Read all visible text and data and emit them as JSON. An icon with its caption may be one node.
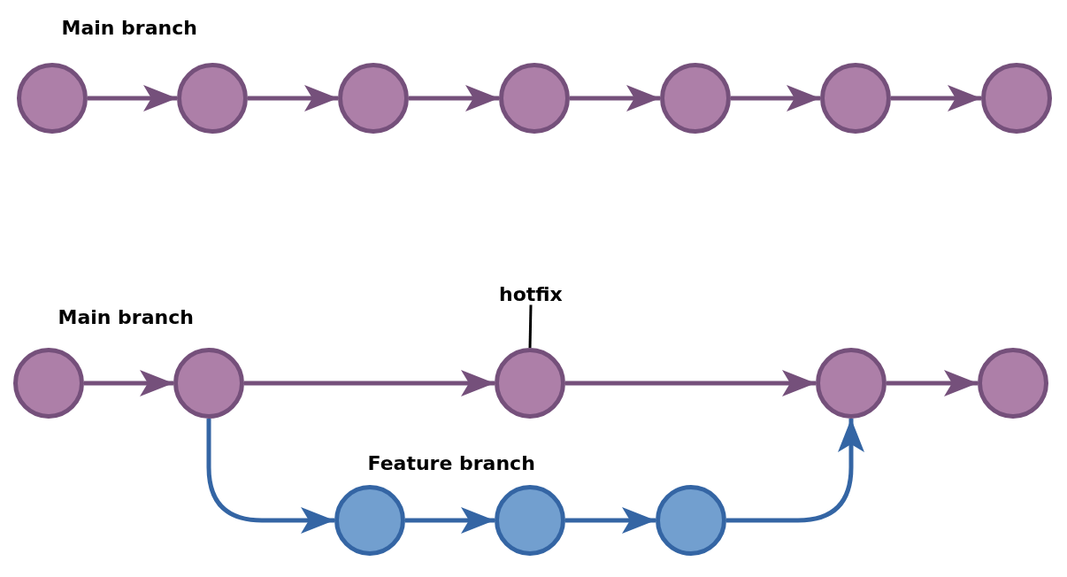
{
  "diagram": {
    "nodes": [
      {
        "text": [],
        "shape": "circle"
      },
      {
        "text": [],
        "shape": "circle"
      },
      {
        "text": [],
        "shape": "circle"
      },
      {
        "text": [],
        "shape": "circle"
      },
      {
        "text": [],
        "shape": "circle"
      },
      {
        "text": [],
        "shape": "circle"
      },
      {
        "text": [],
        "shape": "circle"
      },
      {
        "text": [],
        "shape": "circle"
      },
      {
        "text": [],
        "shape": "circle"
      },
      {
        "text": [],
        "shape": "circle"
      },
      {
        "text": [],
        "shape": "circle"
      },
      {
        "text": [],
        "shape": "circle"
      },
      {
        "text": [],
        "shape": "circle"
      },
      {
        "text": [],
        "shape": "circle"
      },
      {
        "text": [],
        "shape": "circle"
      },
      {
        "text": [
          "hotfix"
        ]
      }
    ],
    "edges": [
      {
        "from": 0,
        "to": 1,
        "arrow": "to"
      },
      {
        "from": 1,
        "to": 2,
        "arrow": "to"
      },
      {
        "from": 2,
        "to": 3,
        "arrow": "to"
      },
      {
        "from": 3,
        "to": 4,
        "arrow": "to"
      },
      {
        "from": 4,
        "to": 5,
        "arrow": "to"
      },
      {
        "from": 5,
        "to": 6,
        "arrow": "to"
      },
      {
        "from": 7,
        "to": 8,
        "arrow": "to"
      },
      {
        "from": 8,
        "to": 9,
        "arrow": "to"
      },
      {
        "from": 9,
        "to": 10,
        "arrow": "to"
      },
      {
        "from": 10,
        "to": 11,
        "arrow": "to"
      },
      {
        "from": 8,
        "to": 12,
        "arrow": "to",
        "color": "#3465a4"
      },
      {
        "from": 12,
        "to": 13,
        "arrow": "to",
        "color": "#3465a4"
      },
      {
        "from": 13,
        "to": 14,
        "arrow": "to",
        "color": "#3465a4"
      },
      {
        "from": 14,
        "to": 10,
        "arrow": "to",
        "color": "#3465a4"
      },
      {
        "from": 15,
        "to": 9,
        "arrow": "none",
        "color": "#000000"
      }
    ],
    "labels": [
      "Main branch",
      "Main branch",
      "Feature branch"
    ]
  }
}
